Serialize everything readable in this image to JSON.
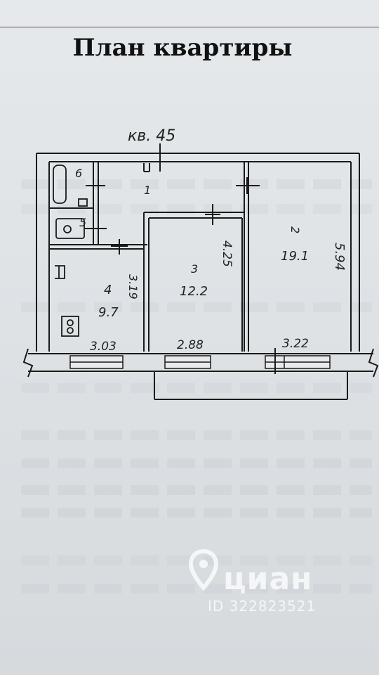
{
  "title": "План квартиры",
  "apartment_label": "кв. 45",
  "rooms": [
    {
      "number": "1"
    },
    {
      "number": "2",
      "area": "19.1"
    },
    {
      "number": "3",
      "area": "12.2"
    },
    {
      "number": "4",
      "area": "9.7"
    },
    {
      "number": "5"
    },
    {
      "number": "6"
    }
  ],
  "dimensions": {
    "room4_width": "3.03",
    "room3_width": "2.88",
    "room2_width": "3.22",
    "room2_length": "5.94",
    "room3_length": "4.25",
    "room4_length": "3.19"
  },
  "watermark": {
    "brand": "циан",
    "id": "ID 322823521"
  },
  "colors": {
    "line": "#1a1a1a",
    "paper": "#e3e6e8",
    "watermark": "#ffffff"
  }
}
